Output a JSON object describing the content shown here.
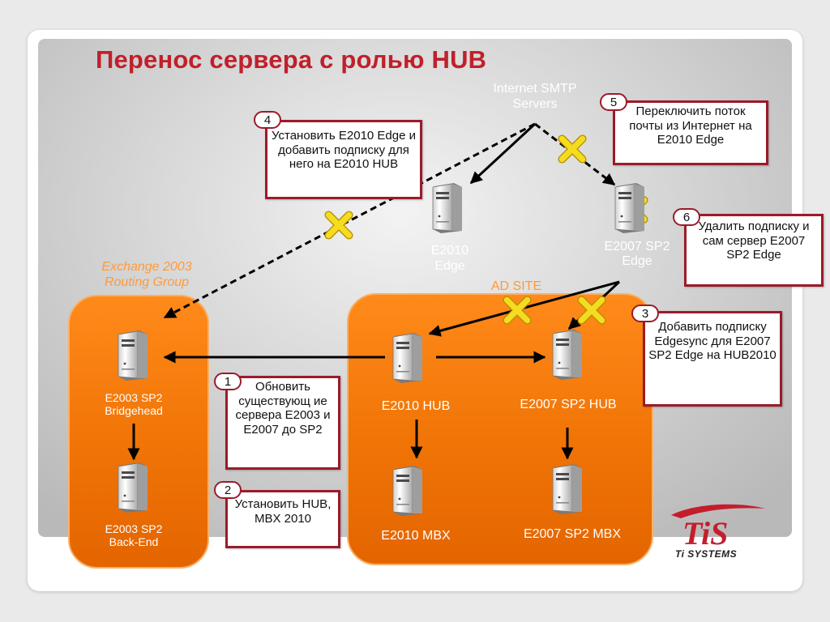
{
  "title": "Перенос сервера с ролью HUB",
  "internet": "Internet SMTP\nServers",
  "routing_group": "Exchange 2003\nRouting Group",
  "ad_site": "AD SITE",
  "servers": {
    "e2010_edge": "E2010\nEdge",
    "e2007_edge": "E2007 SP2\nEdge",
    "e2003_bridgehead": "E2003 SP2\nBridgehead",
    "e2003_backend": "E2003 SP2\nBack-End",
    "e2010_hub": "E2010 HUB",
    "e2007_hub": "E2007 SP2 HUB",
    "e2010_mbx": "E2010 MBX",
    "e2007_mbx": "E2007 SP2 MBX"
  },
  "steps": [
    {
      "num": "1",
      "text": "Обновить существующ ие сервера E2003 и E2007 до SP2"
    },
    {
      "num": "2",
      "text": "Установить HUB, MBX 2010"
    },
    {
      "num": "3",
      "text": "Добавить подписку Edgesync  для E2007 SP2 Edge на  HUB2010"
    },
    {
      "num": "4",
      "text": "Установить E2010 Edge и добавить подписку для него на E2010 HUB"
    },
    {
      "num": "5",
      "text": "Переключить поток почты из Интернет на E2010 Edge"
    },
    {
      "num": "6",
      "text": "Удалить подписку и сам сервер E2007 SP2 Edge"
    }
  ],
  "logo": {
    "mark": "TiS",
    "text": "Ti SYSTEMS"
  },
  "colors": {
    "title": "#c0202a",
    "zone": "#f07406",
    "box_border": "#9b1b2a",
    "cross": "#f2d200"
  }
}
